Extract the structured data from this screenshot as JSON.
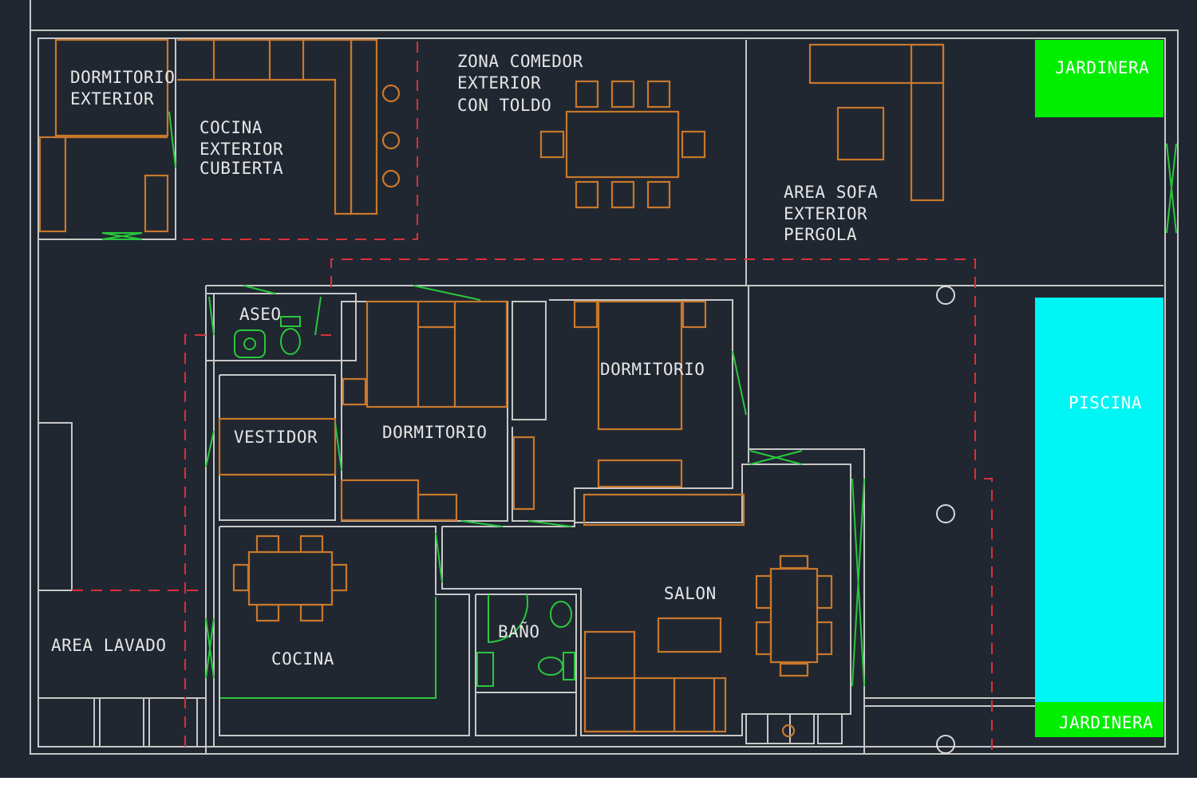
{
  "rooms": {
    "dormitorio_exterior": [
      "DORMITORIO",
      "EXTERIOR"
    ],
    "cocina_exterior": [
      "COCINA",
      "EXTERIOR",
      "CUBIERTA"
    ],
    "zona_comedor": [
      "ZONA COMEDOR",
      "EXTERIOR",
      "CON TOLDO"
    ],
    "area_sofa": [
      "AREA SOFA",
      "EXTERIOR",
      "PERGOLA"
    ],
    "jardinera_top": "JARDINERA",
    "jardinera_bottom": "JARDINERA",
    "piscina": "PISCINA",
    "aseo": "ASEO",
    "vestidor": "VESTIDOR",
    "dormitorio_center": "DORMITORIO",
    "dormitorio_right": "DORMITORIO",
    "area_lavado": "AREA LAVADO",
    "cocina": "COCINA",
    "bano": "BAÑO",
    "salon": "SALON"
  },
  "colors": {
    "background": "#212731",
    "wall": "#c7c7c7",
    "furniture": "#c8782c",
    "dashed_boundary": "#d9303a",
    "fixtures_green": "#28c83c",
    "jardinera_fill": "#00ef00",
    "piscina_fill": "#00f5f5"
  }
}
